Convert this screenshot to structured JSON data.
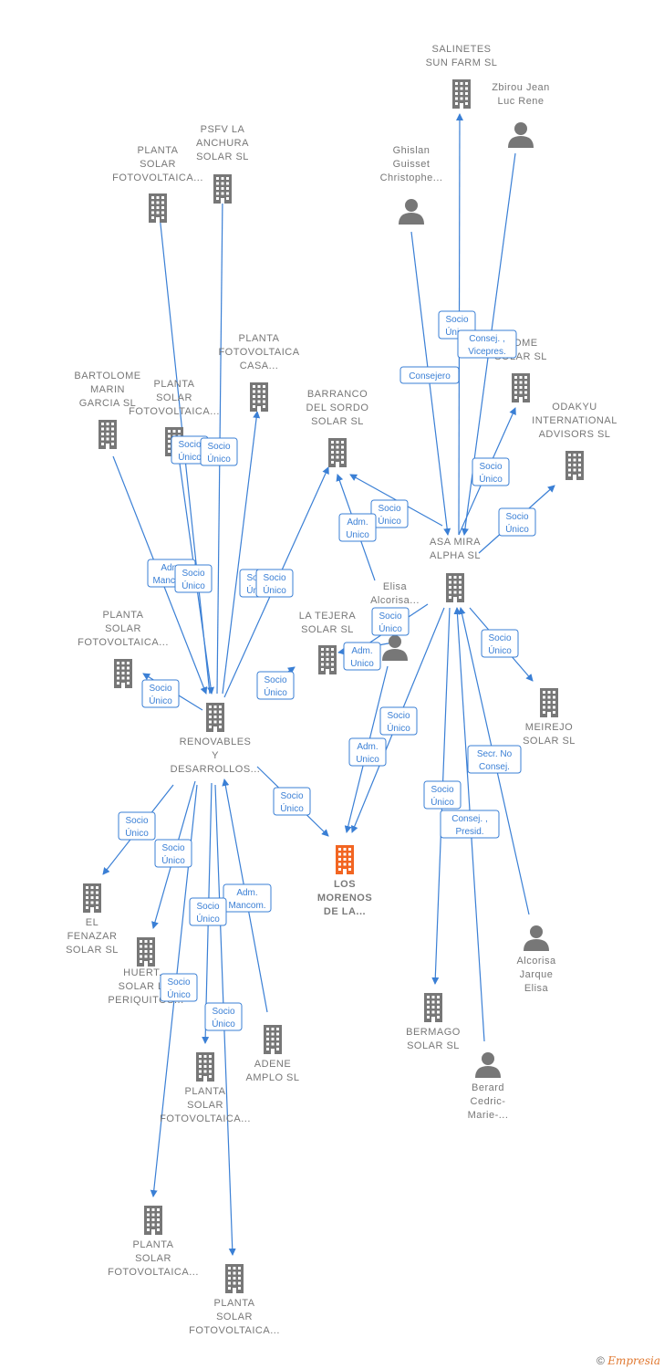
{
  "colors": {
    "edge": "#3a7fd5",
    "node": "#777777",
    "focus": "#f26522",
    "label": "#777777"
  },
  "nodes": [
    {
      "id": "salinetes",
      "type": "company",
      "label": [
        "SALINETES",
        "SUN FARM SL"
      ]
    },
    {
      "id": "zbirou",
      "type": "person",
      "label": [
        "Zbirou Jean",
        "Luc Rene"
      ]
    },
    {
      "id": "ghislan",
      "type": "person",
      "label": [
        "Ghislan",
        "Guisset",
        "Christophe..."
      ]
    },
    {
      "id": "psfv",
      "type": "company",
      "label": [
        "PSFV LA",
        "ANCHURA",
        "SOLAR SL"
      ]
    },
    {
      "id": "pl_top",
      "type": "company",
      "label": [
        "PLANTA",
        "SOLAR",
        "FOTOVOLTAICA..."
      ]
    },
    {
      "id": "pl_casa",
      "type": "company",
      "label": [
        "PLANTA",
        "FOTOVOLTAICA",
        "CASA..."
      ]
    },
    {
      "id": "bartolome",
      "type": "company",
      "label": [
        "BARTOLOME",
        "MARIN",
        "GARCIA SL"
      ]
    },
    {
      "id": "pl_mid",
      "type": "company",
      "label": [
        "PLANTA",
        "SOLAR",
        "FOTOVOLTAICA..."
      ]
    },
    {
      "id": "barranco",
      "type": "company",
      "label": [
        "BARRANCO",
        "DEL SORDO",
        "SOLAR SL"
      ]
    },
    {
      "id": "bartolome2",
      "type": "company",
      "label": [
        "...OME",
        "SOLAR SL"
      ]
    },
    {
      "id": "odakyu",
      "type": "company",
      "label": [
        "ODAKYU",
        "INTERNATIONAL",
        "ADVISORS SL"
      ]
    },
    {
      "id": "asamira",
      "type": "company",
      "label": [
        "ASA MIRA",
        "ALPHA SL"
      ]
    },
    {
      "id": "elisa",
      "type": "person",
      "label": [
        "Elisa",
        "Alcorisa..."
      ]
    },
    {
      "id": "tejera",
      "type": "company",
      "label": [
        "LA TEJERA",
        "SOLAR SL"
      ]
    },
    {
      "id": "pl_left",
      "type": "company",
      "label": [
        "PLANTA",
        "SOLAR",
        "FOTOVOLTAICA..."
      ]
    },
    {
      "id": "renovables",
      "type": "company",
      "label": [
        "RENOVABLES",
        "Y",
        "DESARROLLOS..."
      ]
    },
    {
      "id": "meirejo",
      "type": "company",
      "label": [
        "MEIREJO",
        "SOLAR SL"
      ]
    },
    {
      "id": "losmorenos",
      "type": "focus",
      "label": [
        "LOS",
        "MORENOS",
        "DE LA..."
      ]
    },
    {
      "id": "fenazar",
      "type": "company",
      "label": [
        "EL",
        "FENAZAR",
        "SOLAR SL"
      ]
    },
    {
      "id": "huerta",
      "type": "company",
      "label": [
        "HUERT...",
        "SOLAR L...",
        "PERIQUITOS..."
      ]
    },
    {
      "id": "alcorisa",
      "type": "person",
      "label": [
        "Alcorisa",
        "Jarque",
        "Elisa"
      ]
    },
    {
      "id": "adene",
      "type": "company",
      "label": [
        "ADENE",
        "AMPLO SL"
      ]
    },
    {
      "id": "pl_b1",
      "type": "company",
      "label": [
        "PLANTA",
        "SOLAR",
        "FOTOVOLTAICA..."
      ]
    },
    {
      "id": "bermago",
      "type": "company",
      "label": [
        "BERMAGO",
        "SOLAR SL"
      ]
    },
    {
      "id": "berard",
      "type": "person",
      "label": [
        "Berard",
        "Cedric-",
        "Marie-..."
      ]
    },
    {
      "id": "pl_b2",
      "type": "company",
      "label": [
        "PLANTA",
        "SOLAR",
        "FOTOVOLTAICA..."
      ]
    },
    {
      "id": "pl_b3",
      "type": "company",
      "label": [
        "PLANTA",
        "SOLAR",
        "FOTOVOLTAICA..."
      ]
    }
  ],
  "edges": [
    {
      "from": "renovables",
      "to": "pl_top",
      "label": [
        "Socio",
        "Único"
      ]
    },
    {
      "from": "renovables",
      "to": "psfv",
      "label": [
        "Socio",
        "Único"
      ]
    },
    {
      "from": "renovables",
      "to": "pl_casa",
      "label": [
        "Socio",
        "Único"
      ]
    },
    {
      "from": "renovables",
      "to": "barranco",
      "label": [
        "Socio",
        "Único"
      ]
    },
    {
      "from": "bartolome",
      "to": "renovables",
      "label": [
        "Adm.",
        "Mancom."
      ]
    },
    {
      "from": "pl_mid",
      "to": "renovables",
      "label": [
        "Socio",
        "Único"
      ]
    },
    {
      "from": "renovables",
      "to": "pl_left",
      "label": [
        "Socio",
        "Único"
      ]
    },
    {
      "from": "renovables",
      "to": "tejera",
      "label": [
        "Socio",
        "Único"
      ]
    },
    {
      "from": "renovables",
      "to": "losmorenos",
      "label": [
        "Socio",
        "Único"
      ]
    },
    {
      "from": "renovables",
      "to": "fenazar",
      "label": [
        "Socio",
        "Único"
      ]
    },
    {
      "from": "renovables",
      "to": "huerta",
      "label": [
        "Socio",
        "Único"
      ]
    },
    {
      "from": "adene",
      "to": "renovables",
      "label": [
        "Adm.",
        "Mancom."
      ]
    },
    {
      "from": "renovables",
      "to": "pl_b1",
      "label": [
        "Socio",
        "Único"
      ]
    },
    {
      "from": "renovables",
      "to": "pl_b2",
      "label": [
        "Socio",
        "Único"
      ]
    },
    {
      "from": "renovables",
      "to": "pl_b3",
      "label": [
        "Socio",
        "Único"
      ]
    },
    {
      "from": "asamira",
      "to": "salinetes",
      "label": [
        "Socio",
        "Único"
      ]
    },
    {
      "from": "zbirou",
      "to": "asamira",
      "label": [
        "Consej. ,",
        "Vicepres."
      ]
    },
    {
      "from": "ghislan",
      "to": "asamira",
      "label": [
        "Consejero"
      ]
    },
    {
      "from": "asamira",
      "to": "bartolome2",
      "label": [
        "Socio",
        "Único"
      ]
    },
    {
      "from": "asamira",
      "to": "odakyu",
      "label": [
        "Socio",
        "Único"
      ]
    },
    {
      "from": "asamira",
      "to": "barranco",
      "label": [
        "Socio",
        "Único"
      ]
    },
    {
      "from": "elisa",
      "to": "barranco",
      "label": [
        "Adm.",
        "Unico"
      ]
    },
    {
      "from": "asamira",
      "to": "tejera",
      "label": [
        "Socio",
        "Único"
      ]
    },
    {
      "from": "elisa",
      "to": "tejera",
      "label": [
        "Adm.",
        "Unico"
      ]
    },
    {
      "from": "asamira",
      "to": "losmorenos",
      "label": [
        "Socio",
        "Único"
      ]
    },
    {
      "from": "elisa",
      "to": "losmorenos",
      "label": [
        "Adm.",
        "Unico"
      ]
    },
    {
      "from": "asamira",
      "to": "meirejo",
      "label": [
        "Socio",
        "Único"
      ]
    },
    {
      "from": "alcorisa",
      "to": "asamira",
      "label": [
        "Secr. No",
        "Consej."
      ]
    },
    {
      "from": "asamira",
      "to": "bermago",
      "label": [
        "Socio",
        "Único"
      ]
    },
    {
      "from": "berard",
      "to": "asamira",
      "label": [
        "Consej. ,",
        "Presid."
      ]
    }
  ],
  "footer": {
    "copyright": "©",
    "brand": "Empresia"
  }
}
